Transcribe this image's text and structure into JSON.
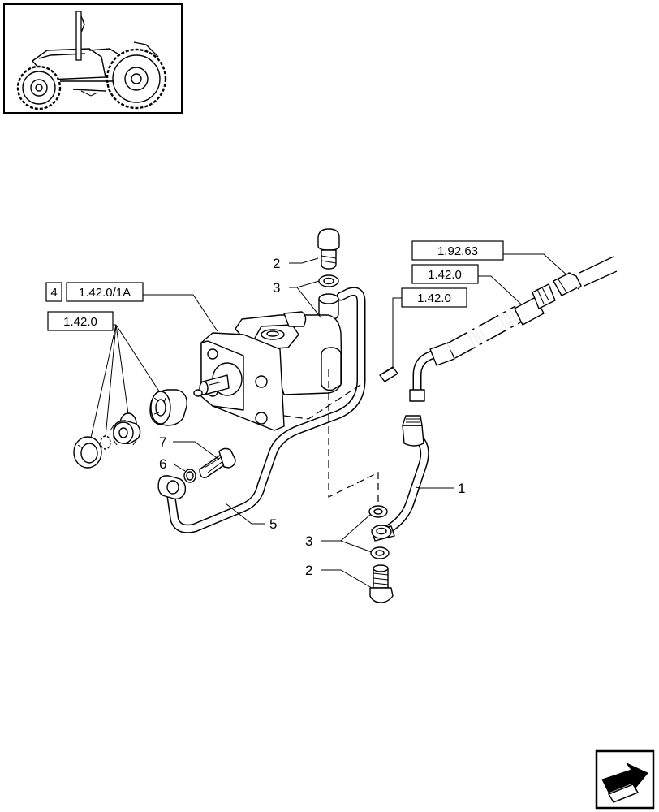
{
  "references": {
    "ref_1_92_63": "1.92.63",
    "ref_1_42_0_a": "1.42.0",
    "ref_1_42_0_b": "1.42.0",
    "ref_1_42_0_c": "1.42.0",
    "ref_4_box": "4",
    "ref_1_42_0_1A": "1.42.0/1A"
  },
  "callouts": {
    "c1": "1",
    "c2_top": "2",
    "c2_bottom": "2",
    "c3_top": "3",
    "c3_bottom": "3",
    "c5": "5",
    "c6": "6",
    "c7": "7"
  },
  "icons": {
    "thumbnail": "tractor-thumbnail-icon",
    "navigation": "next-page-arrow-icon"
  }
}
